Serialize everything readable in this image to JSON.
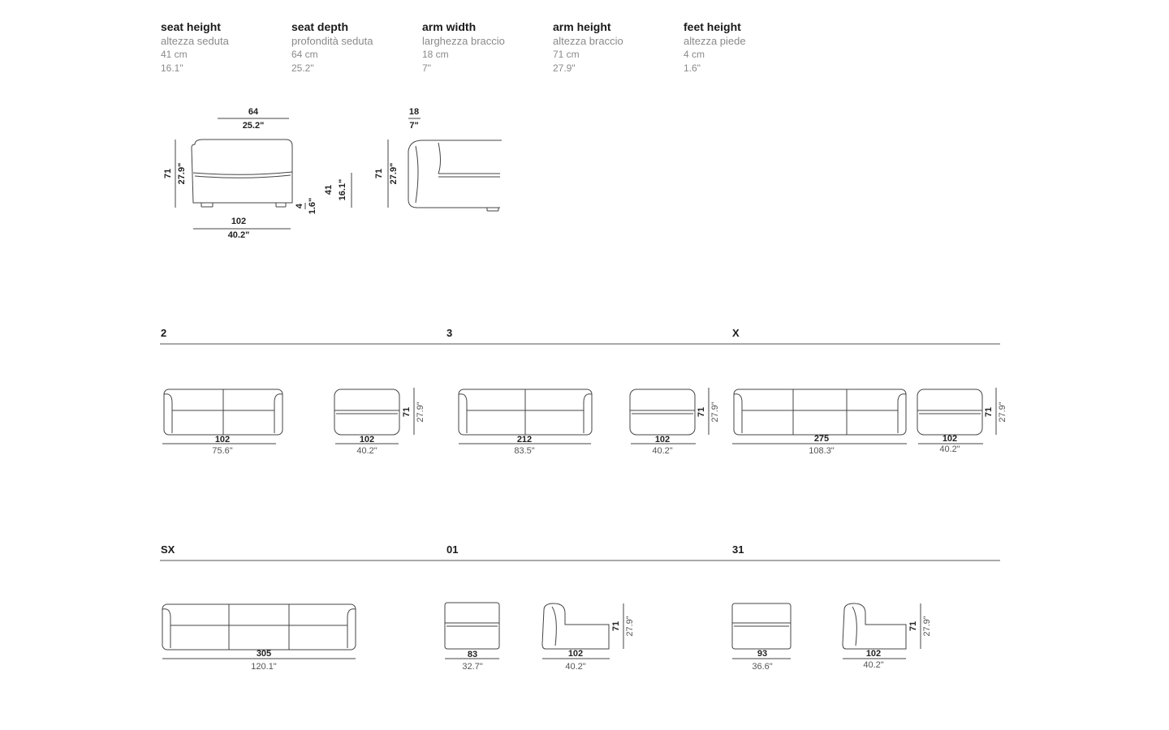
{
  "specs": [
    {
      "title": "seat height",
      "subtitle": "altezza seduta",
      "cm": "41 cm",
      "inch": "16.1\""
    },
    {
      "title": "seat depth",
      "subtitle": "profondità seduta",
      "cm": "64 cm",
      "inch": "25.2\""
    },
    {
      "title": "arm width",
      "subtitle": "larghezza braccio",
      "cm": "18 cm",
      "inch": "7\""
    },
    {
      "title": "arm height",
      "subtitle": "altezza braccio",
      "cm": "71 cm",
      "inch": "27.9\""
    },
    {
      "title": "feet height",
      "subtitle": "altezza piede",
      "cm": "4 cm",
      "inch": "1.6\""
    }
  ],
  "detail": {
    "top_depth_cm": "64",
    "top_depth_in": "25.2\"",
    "left_h_cm": "71",
    "left_h_in": "27.9\"",
    "feet_cm": "4",
    "feet_in": "1.6\"",
    "seat_cm": "41",
    "seat_in": "16.1\"",
    "width_cm": "102",
    "width_in": "40.2\"",
    "arm_cm": "18",
    "arm_in": "7\"",
    "side_h_cm": "71",
    "side_h_in": "27.9\""
  },
  "sections": {
    "s2": {
      "title": "2",
      "front_cm": "102",
      "front_in": "75.6\"",
      "side_cm": "102",
      "side_in": "40.2\"",
      "h_cm": "71",
      "h_in": "27.9\""
    },
    "s3": {
      "title": "3",
      "front_cm": "212",
      "front_in": "83.5\"",
      "side_cm": "102",
      "side_in": "40.2\"",
      "h_cm": "71",
      "h_in": "27.9\""
    },
    "sX": {
      "title": "X",
      "front_cm": "275",
      "front_in": "108.3\"",
      "side_cm": "102",
      "side_in": "40.2\"",
      "h_cm": "71",
      "h_in": "27.9\""
    },
    "sSX": {
      "title": "SX",
      "front_cm": "305",
      "front_in": "120.1\""
    },
    "s01": {
      "title": "01",
      "front_cm": "83",
      "front_in": "32.7\"",
      "side_cm": "102",
      "side_in": "40.2\"",
      "h_cm": "71",
      "h_in": "27.9\""
    },
    "s31": {
      "title": "31",
      "front_cm": "93",
      "front_in": "36.6\"",
      "side_cm": "102",
      "side_in": "40.2\"",
      "h_cm": "71",
      "h_in": "27.9\""
    }
  }
}
